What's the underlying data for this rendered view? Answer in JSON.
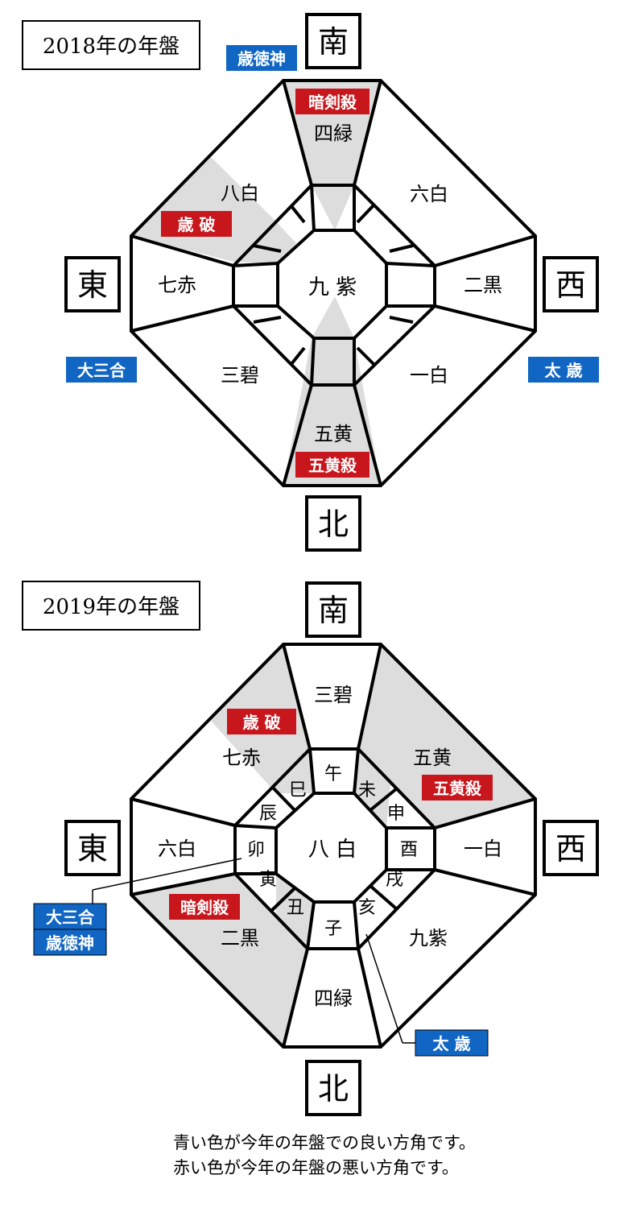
{
  "colors": {
    "good": "#1166c4",
    "bad": "#c8161d",
    "shade": "#dddddd"
  },
  "chart_2018": {
    "title": "2018年の年盤",
    "dir_south": "南",
    "dir_north": "北",
    "dir_east": "東",
    "dir_west": "西",
    "center": "九 紫",
    "stars": {
      "s": "四緑",
      "sw": "六白",
      "w": "二黒",
      "nw": "一白",
      "n": "五黄",
      "ne": "三碧",
      "e": "七赤",
      "se": "八白"
    },
    "badges": {
      "saitokujin": "歳徳神",
      "ankensatsu": "暗剣殺",
      "saiha": "歳 破",
      "daisangou": "大三合",
      "taisai": "太 歳",
      "gooosatsu": "五黄殺"
    }
  },
  "chart_2019": {
    "title": "2019年の年盤",
    "dir_south": "南",
    "dir_north": "北",
    "dir_east": "東",
    "dir_west": "西",
    "center": "八 白",
    "stars": {
      "s": "三碧",
      "sw": "五黄",
      "w": "一白",
      "nw": "九紫",
      "n": "四緑",
      "ne": "二黒",
      "e": "六白",
      "se": "七赤"
    },
    "zodiac": {
      "uma": "午",
      "hitsuji": "未",
      "saru": "申",
      "tori": "酉",
      "inu": "戌",
      "i": "亥",
      "ne": "子",
      "ushi": "丑",
      "tora": "寅",
      "u": "卯",
      "tatsu": "辰",
      "mi": "巳"
    },
    "badges": {
      "saiha": "歳 破",
      "gooosatsu": "五黄殺",
      "ankensatsu": "暗剣殺",
      "daisangou": "大三合",
      "saitokujin": "歳徳神",
      "taisai": "太 歳"
    }
  },
  "legend": {
    "line1": "青い色が今年の年盤での良い方角です。",
    "line2": "赤い色が今年の年盤の悪い方角です。"
  }
}
